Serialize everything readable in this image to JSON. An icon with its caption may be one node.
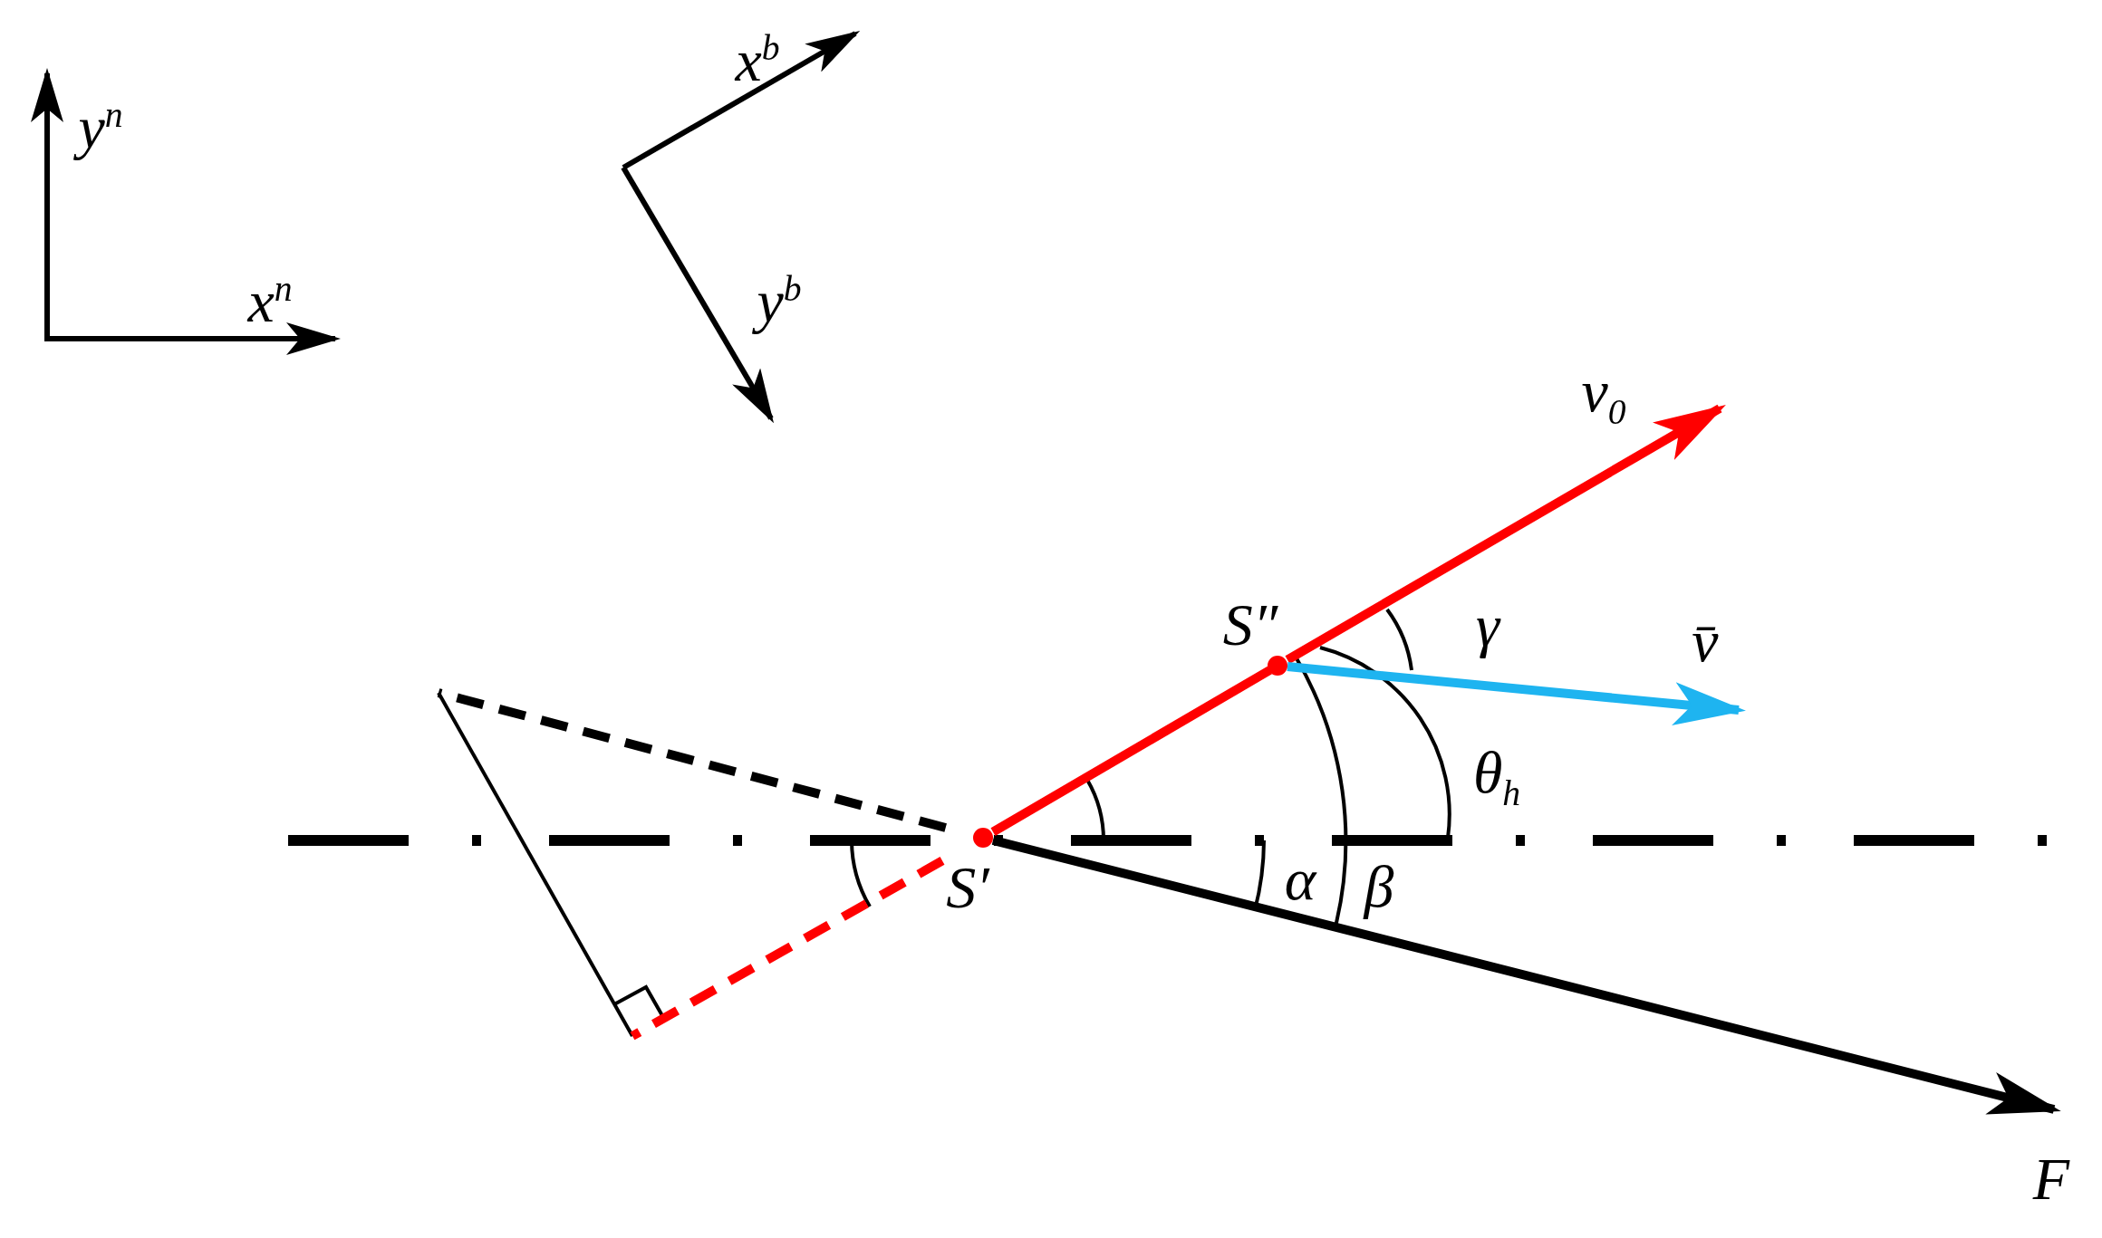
{
  "diagram": {
    "nodes": [
      {
        "text": [
          "S′"
        ]
      },
      {
        "text": [
          "S″"
        ]
      }
    ],
    "edges": [
      {
        "from": 0,
        "to": 1,
        "arrow": "none"
      },
      {
        "from": 1,
        "to": null,
        "arrow": "to",
        "label": "v$_{0}$"
      },
      {
        "from": 1,
        "to": null,
        "arrow": "to",
        "label": "v̄",
        "color": "#1eb4f0"
      },
      {
        "from": 0,
        "to": null,
        "arrow": "to",
        "label": "F",
        "color": "#000000"
      },
      {
        "from": 0,
        "to": null,
        "arrow": "none",
        "style": "dashed"
      },
      {
        "from": 0,
        "to": null,
        "arrow": "none",
        "style": "dashed",
        "color": "#000000"
      }
    ],
    "labels": [
      "y$^{n}$",
      "x$^{b}$",
      "x$^{n}$",
      "y$^{b}$",
      "γ",
      "θ$_{h}$",
      "α",
      "β"
    ]
  }
}
